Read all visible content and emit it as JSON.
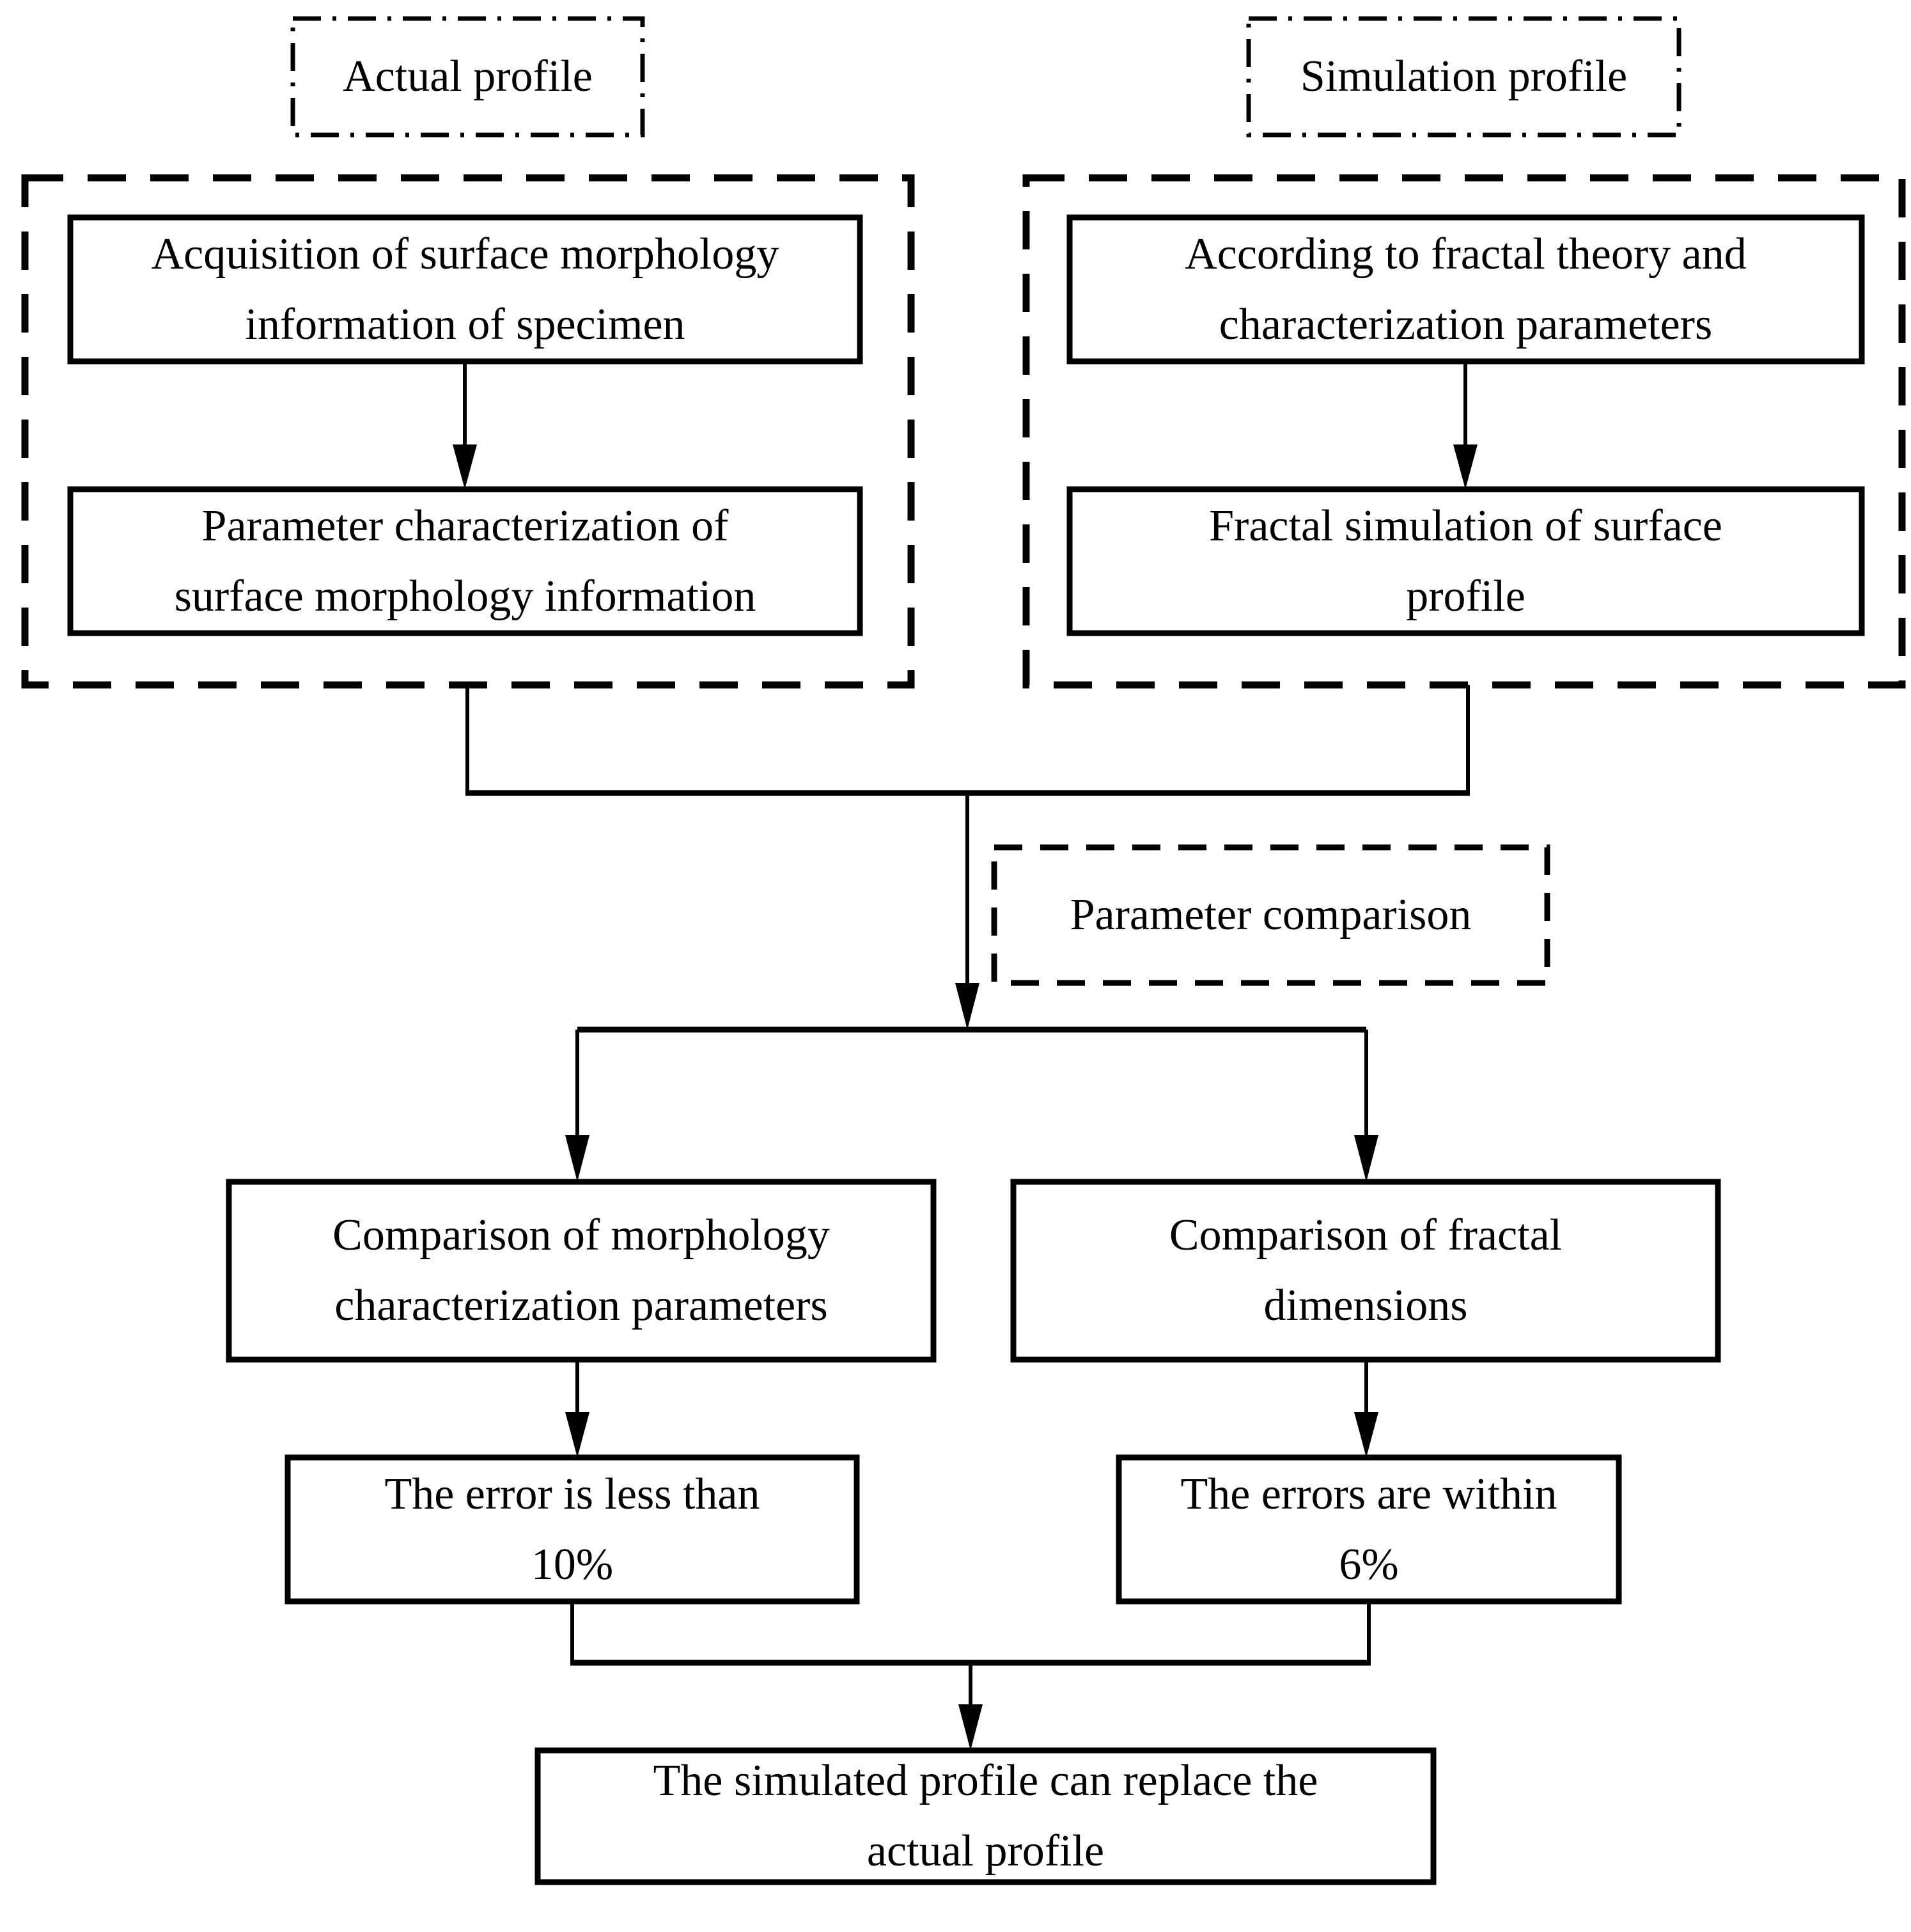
{
  "diagram": {
    "top_labels": {
      "actual": "Actual profile",
      "simulation": "Simulation profile"
    },
    "actual_branch": {
      "step1": "Acquisition of surface morphology\ninformation of specimen",
      "step2": "Parameter characterization of\nsurface morphology information"
    },
    "simulation_branch": {
      "step1": "According to fractal theory and\ncharacterization parameters",
      "step2": "Fractal simulation of surface\nprofile"
    },
    "comparison": {
      "label": "Parameter comparison",
      "morphology": "Comparison of morphology\ncharacterization parameters",
      "fractal": "Comparison of fractal\ndimensions",
      "morphology_result": "The error is less than\n10%",
      "fractal_result": "The errors are within\n6%"
    },
    "conclusion": "The simulated profile can replace the\nactual profile"
  },
  "colors": {
    "ink": "#000000",
    "background": "#ffffff"
  }
}
